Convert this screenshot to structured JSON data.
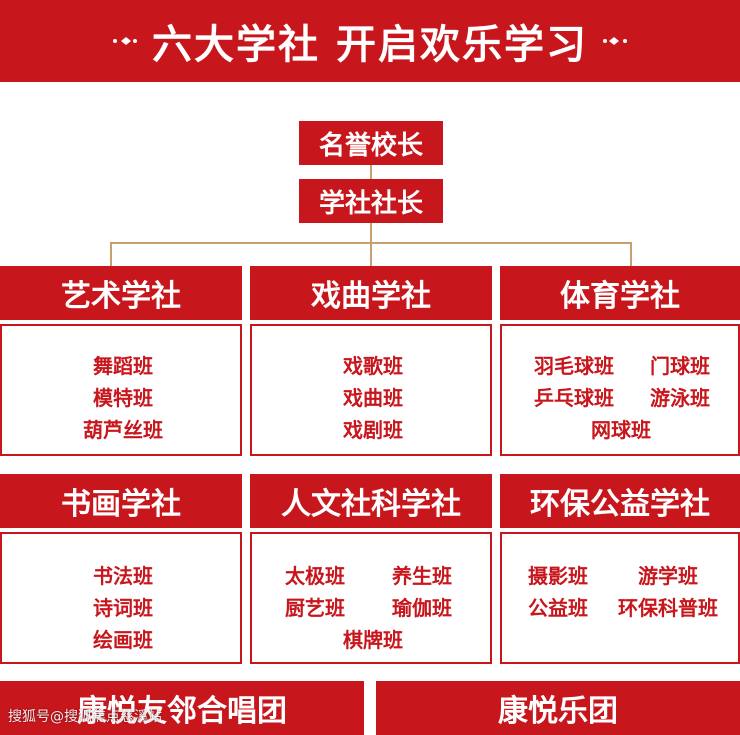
{
  "banner": {
    "title": "六大学社  开启欢乐学习",
    "left_deco": "diamond-dots-icon",
    "right_deco": "diamond-dots-icon"
  },
  "roles": {
    "honorary_principal": "名誉校长",
    "club_president": "学社社长"
  },
  "sections": [
    {
      "title": "艺术学社",
      "classes": [
        "舞蹈班",
        "模特班",
        "葫芦丝班"
      ]
    },
    {
      "title": "戏曲学社",
      "classes": [
        "戏歌班",
        "戏曲班",
        "戏剧班"
      ]
    },
    {
      "title": "体育学社",
      "classes": [
        "羽毛球班",
        "门球班",
        "乒乓球班",
        "游泳班",
        "网球班"
      ]
    },
    {
      "title": "书画学社",
      "classes": [
        "书法班",
        "诗词班",
        "绘画班"
      ]
    },
    {
      "title": "人文社科学社",
      "classes": [
        "太极班",
        "养生班",
        "厨艺班",
        "瑜伽班",
        "棋牌班"
      ]
    },
    {
      "title": "环保公益学社",
      "classes": [
        "摄影班",
        "游学班",
        "公益班",
        "环保科普班"
      ]
    }
  ],
  "bottom": {
    "left": "康悦友邻合唱团",
    "right": "康悦乐团"
  },
  "watermark": "搜狐号@搜狐焦点慈溪站",
  "colors": {
    "primary_red": "#c8161d",
    "connector": "#c8a070",
    "background": "#ffffff"
  }
}
